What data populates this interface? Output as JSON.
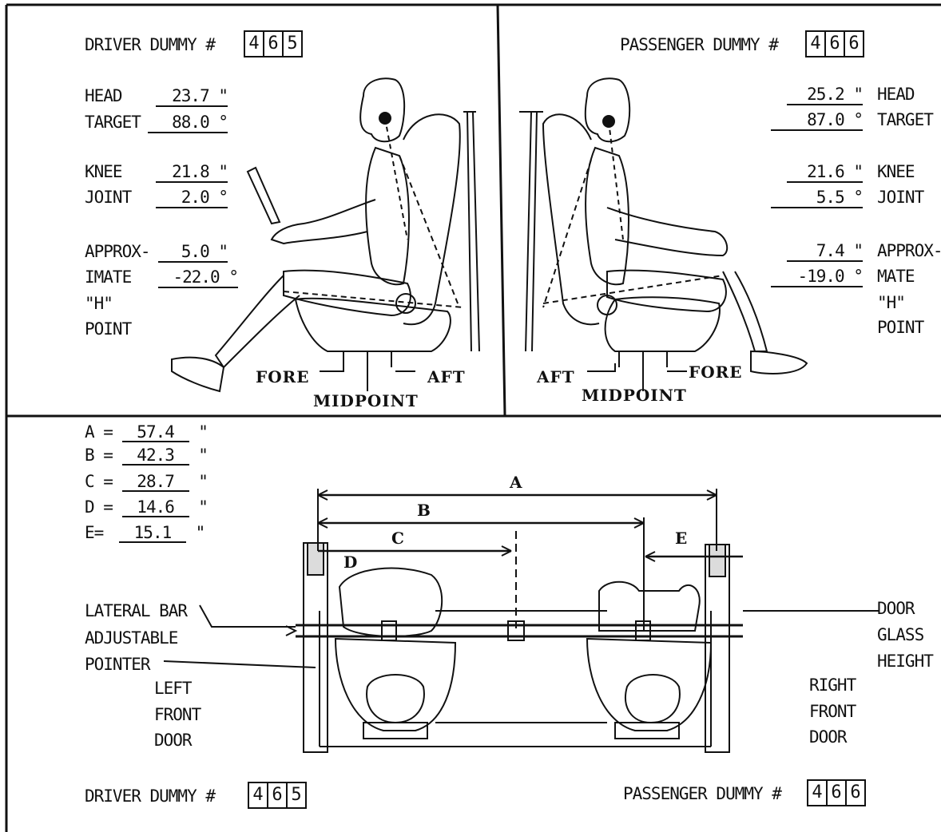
{
  "driver": {
    "label": "DRIVER DUMMY #",
    "number": [
      "4",
      "6",
      "5"
    ],
    "head": "HEAD",
    "head_val": "23.7 \"",
    "target": "TARGET",
    "target_val": "88.0 °",
    "knee": "KNEE",
    "knee_val": "21.8 \"",
    "joint": "JOINT",
    "joint_val": "2.0 °",
    "approx1": "APPROX-",
    "approx1_val": "5.0 \"",
    "approx2": "IMATE",
    "approx2_val": "-22.0 °",
    "hq": "\"H\"",
    "point": "POINT"
  },
  "passenger": {
    "label": "PASSENGER DUMMY #",
    "number": [
      "4",
      "6",
      "6"
    ],
    "head": "HEAD",
    "head_val": "25.2 \"",
    "target": "TARGET",
    "target_val": "87.0 °",
    "knee": "KNEE",
    "knee_val": "21.6 \"",
    "joint": "JOINT",
    "joint_val": "5.5 °",
    "approx1": "APPROX-",
    "approx1_val": "7.4 \"",
    "approx2": "MATE",
    "approx2_val": "-19.0 °",
    "hq": "\"H\"",
    "point": "POINT"
  },
  "seat_labels": {
    "left": {
      "fore": "FORE",
      "aft": "AFT",
      "mid": "MIDPOINT"
    },
    "right": {
      "fore": "FORE",
      "aft": "AFT",
      "mid": "MIDPOINT"
    }
  },
  "dimensions": [
    {
      "key": "A =",
      "value": "57.4",
      "unit": "\""
    },
    {
      "key": "B =",
      "value": "42.3",
      "unit": "\""
    },
    {
      "key": "C =",
      "value": "28.7",
      "unit": "\""
    },
    {
      "key": "D =",
      "value": "14.6",
      "unit": "\""
    },
    {
      "key": "E=",
      "value": "15.1",
      "unit": "\""
    }
  ],
  "dim_letters": {
    "a": "A",
    "b": "B",
    "c": "C",
    "d": "D",
    "e": "E"
  },
  "top_view": {
    "lateral1": "LATERAL BAR",
    "lateral2": "ADJUSTABLE",
    "lateral3": "POINTER",
    "left1": "LEFT",
    "left2": "FRONT",
    "left3": "DOOR",
    "right1": "RIGHT",
    "right2": "FRONT",
    "right3": "DOOR",
    "door1": "DOOR",
    "door2": "GLASS",
    "door3": "HEIGHT"
  }
}
